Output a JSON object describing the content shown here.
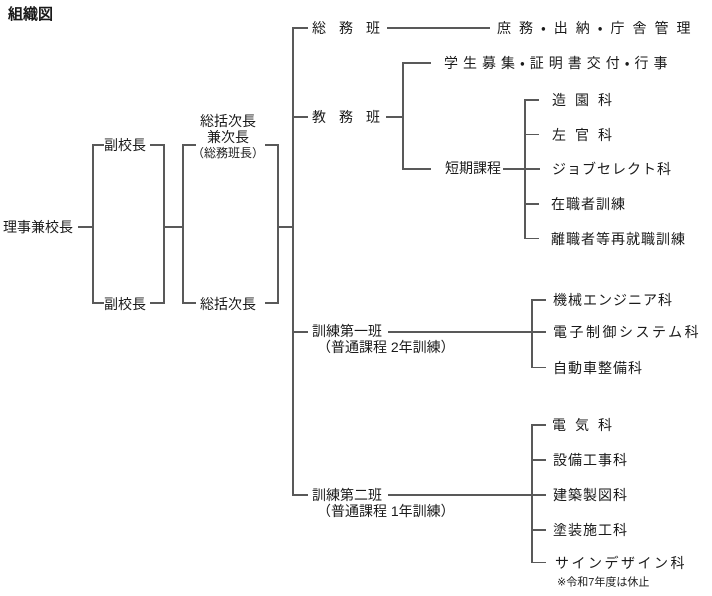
{
  "title": "組織図",
  "colors": {
    "line": "#595959",
    "text": "#1a1a1a"
  },
  "org": {
    "root": {
      "label": "理事兼校長"
    },
    "vice_principals": [
      {
        "label": "副校長"
      },
      {
        "label": "副校長"
      }
    ],
    "deputies": [
      {
        "label_line1": "総括次長",
        "label_line2": "兼次長",
        "label_line3": "（総務班長）"
      },
      {
        "label": "総括次長"
      }
    ],
    "branches": [
      {
        "label": "総務班",
        "duty": "庶務・出納・庁舎管理"
      },
      {
        "label": "教務班",
        "children": [
          {
            "label": "学生募集・証明書交付・行事"
          },
          {
            "label": "短期課程",
            "children": [
              {
                "label": "造園科"
              },
              {
                "label": "左官科"
              },
              {
                "label": "ジョブセレクト科"
              },
              {
                "label": "在職者訓練"
              },
              {
                "label": "離職者等再就職訓練"
              }
            ]
          }
        ]
      },
      {
        "label": "訓練第一班",
        "sub_label": "（普通課程 2年訓練）",
        "children": [
          {
            "label": "機械エンジニア科"
          },
          {
            "label": "電子制御システム科"
          },
          {
            "label": "自動車整備科"
          }
        ]
      },
      {
        "label": "訓練第二班",
        "sub_label": "（普通課程 1年訓練）",
        "children": [
          {
            "label": "電気科"
          },
          {
            "label": "設備工事科"
          },
          {
            "label": "建築製図科"
          },
          {
            "label": "塗装施工科"
          },
          {
            "label": "サインデザイン科",
            "note": "※令和7年度は休止"
          }
        ]
      }
    ]
  }
}
